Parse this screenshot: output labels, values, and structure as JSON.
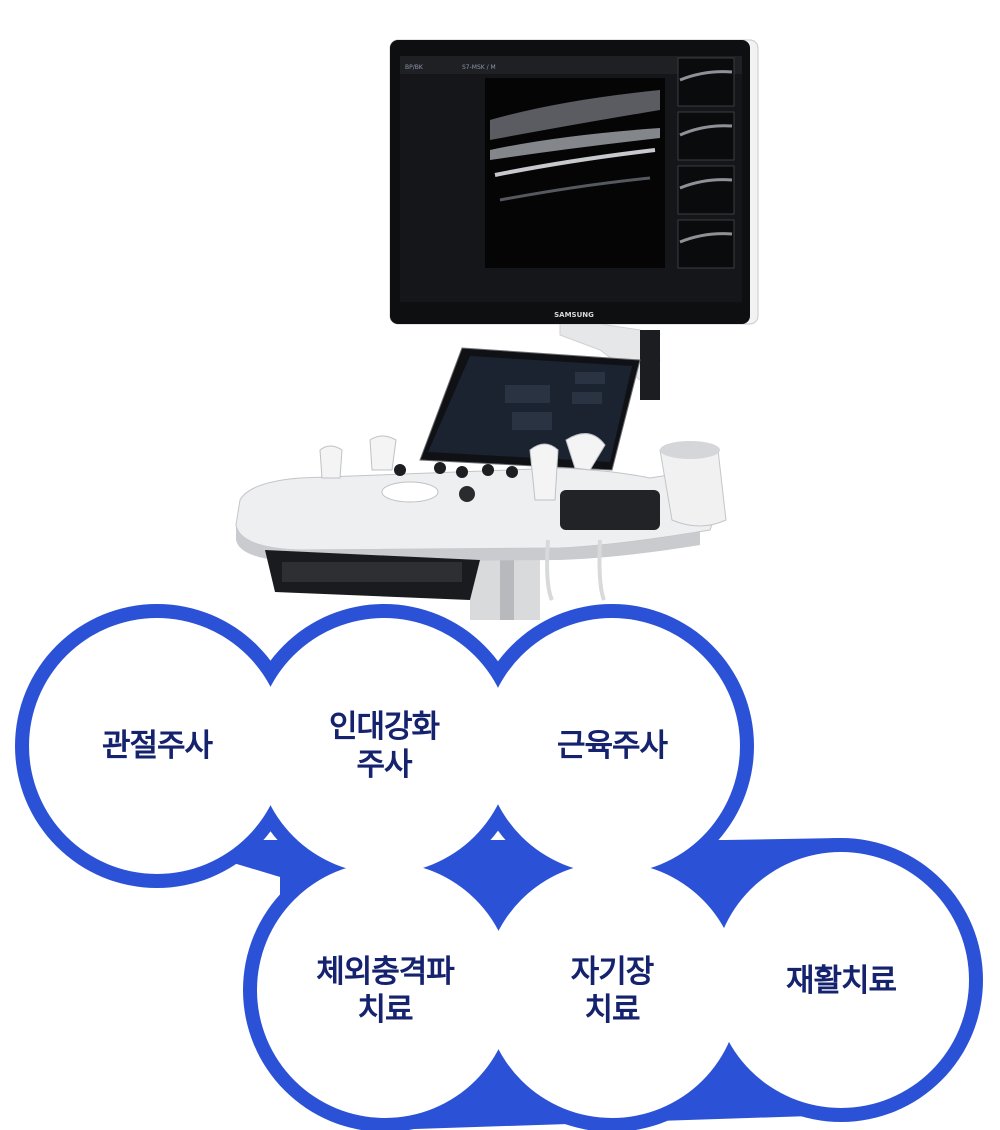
{
  "monitor": {
    "brand": "SAMSUNG",
    "screen_header": "BP/BK",
    "preset": "S7-MSK / M"
  },
  "services": [
    {
      "id": "joint",
      "lines": [
        "관절주사"
      ]
    },
    {
      "id": "prolo",
      "lines": [
        "인대강화",
        "주사"
      ]
    },
    {
      "id": "muscle",
      "lines": [
        "근육주사"
      ]
    },
    {
      "id": "eswt",
      "lines": [
        "체외충격파",
        "치료"
      ]
    },
    {
      "id": "magnetic",
      "lines": [
        "자기장",
        "치료"
      ]
    },
    {
      "id": "rehab",
      "lines": [
        "재활치료"
      ]
    }
  ],
  "colors": {
    "accent": "#2b52d6",
    "text": "#15226e"
  }
}
